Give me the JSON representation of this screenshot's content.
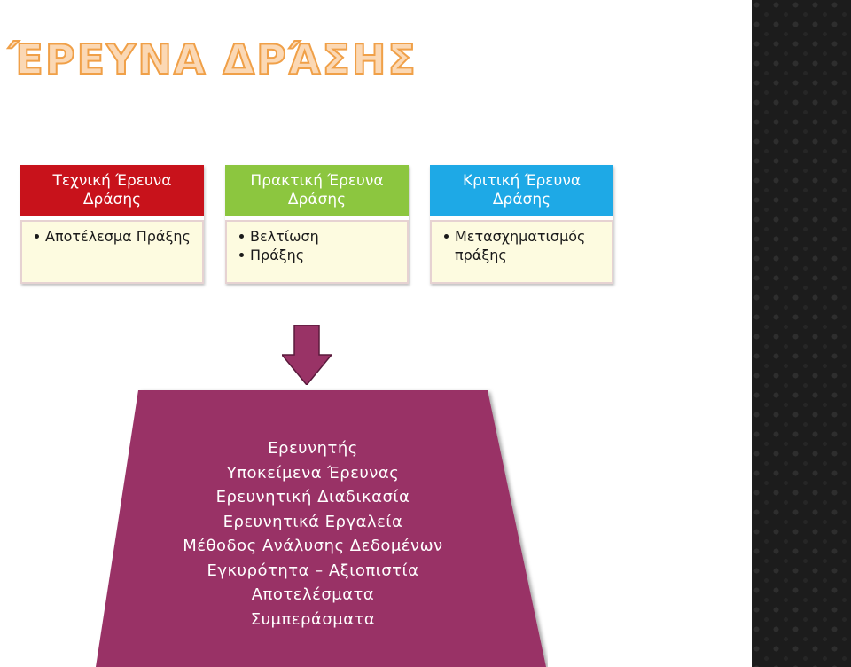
{
  "title": "ΈΡΕΥΝΑ ΔΡΆΣΗΣ",
  "cards": [
    {
      "heading": "Τεχνική Έρευνα Δράσης",
      "items": [
        "Αποτέλεσμα Πράξης"
      ],
      "color": "#c8121b"
    },
    {
      "heading": "Πρακτική Έρευνα Δράσης",
      "items": [
        "Βελτίωση",
        "Πράξης"
      ],
      "color": "#8cc63f"
    },
    {
      "heading": "Κριτική Έρευνα Δράσης",
      "items": [
        "Μετασχηματισμός πράξης"
      ],
      "color": "#1ea9e6"
    }
  ],
  "arrow": {
    "icon": "down-arrow-icon",
    "color": "#993366"
  },
  "process": {
    "color": "#993366",
    "lines": [
      "Ερευνητής",
      "Υποκείμενα Έρευνας",
      "Ερευνητική Διαδικασία",
      "Ερευνητικά Εργαλεία",
      "Μέθοδος Ανάλυσης Δεδομένων",
      "Εγκυρότητα – Αξιοπιστία",
      "Αποτελέσματα",
      "Συμπεράσματα"
    ]
  }
}
